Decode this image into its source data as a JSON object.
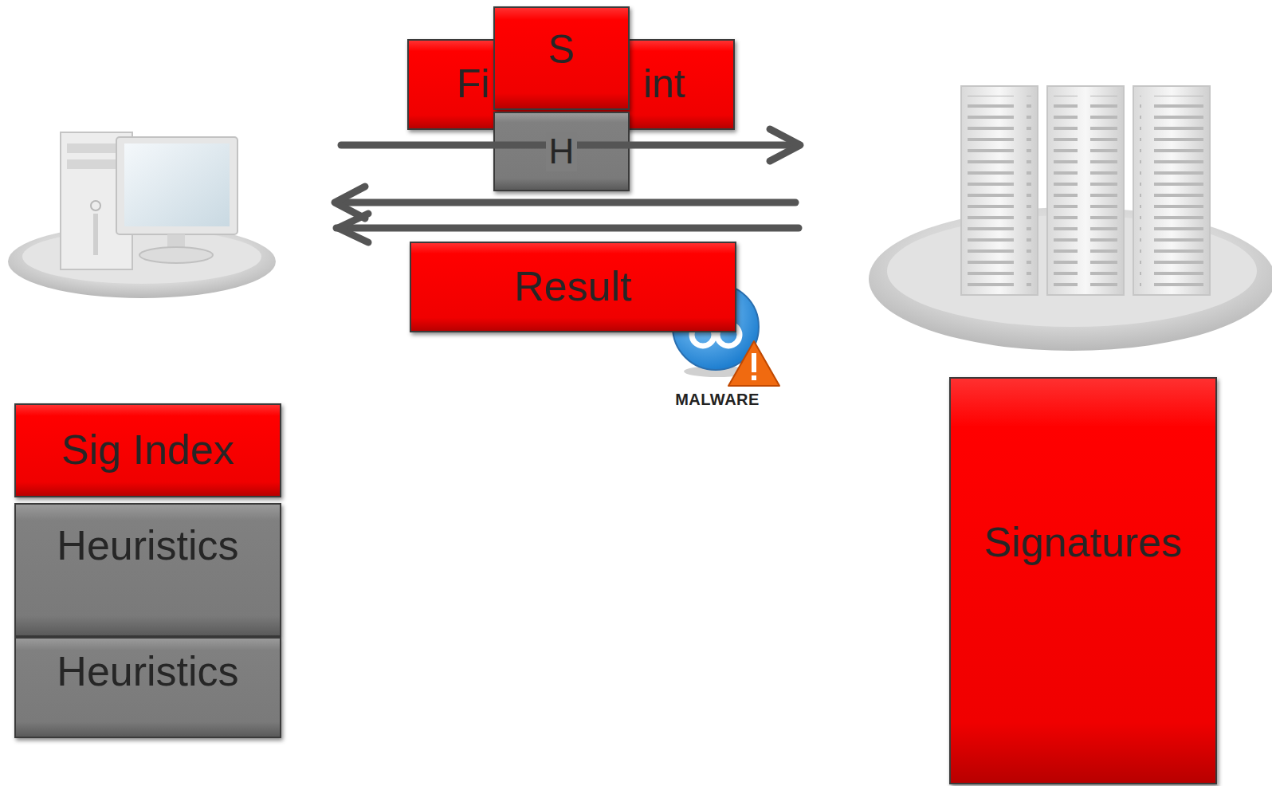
{
  "diagram": {
    "nodes": [
      {
        "text": [
          "Fi",
          "int"
        ]
      },
      {
        "text": [
          "S"
        ]
      },
      {
        "text": [
          "H"
        ]
      },
      {
        "text": [
          "Result"
        ]
      },
      {
        "text": [
          "Sig Index"
        ]
      },
      {
        "text": [
          "Heuristics"
        ]
      },
      {
        "text": [
          "Heuristics"
        ]
      },
      {
        "text": [
          "Signatures"
        ]
      }
    ],
    "labels": [
      "MALWARE"
    ]
  }
}
